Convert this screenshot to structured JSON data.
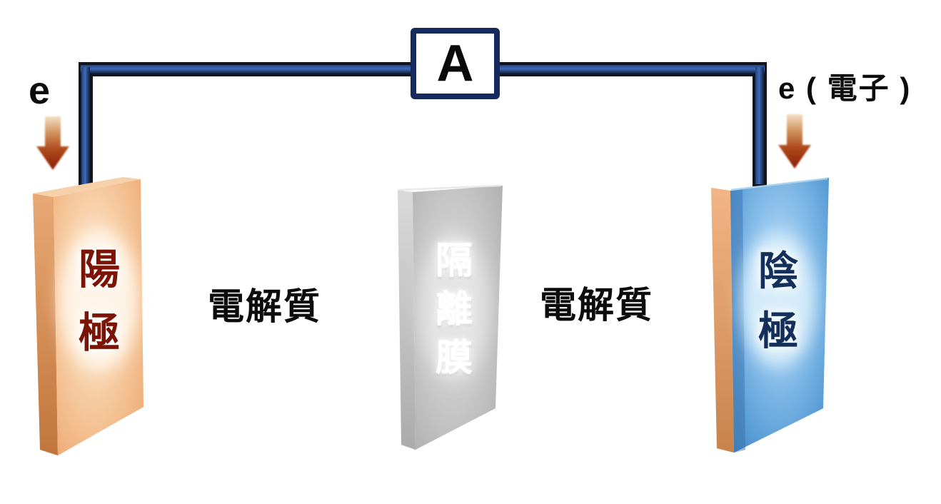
{
  "ammeter": {
    "label": "A",
    "border_color": "#172a5e"
  },
  "electron_flow": {
    "left_label": "e",
    "right_label": "e ( 電子 )",
    "arrow_color_dark": "#8c1d04",
    "arrow_color_light": "#f2dcc2"
  },
  "electrodes": {
    "anode": {
      "label": "陽極",
      "face_color": "#f3bd92",
      "side_color": "#cd8748",
      "text_color": "#7c1405"
    },
    "cathode": {
      "label": "陰極",
      "face_color": "#5d9fd8",
      "side_color": "#e09a62",
      "text_color": "#14305a"
    }
  },
  "separator": {
    "label": "隔離膜",
    "face_color": "#b6b6b6",
    "text_color": "#ffffff"
  },
  "electrolyte": {
    "left_label": "電解質",
    "right_label": "電解質"
  },
  "wire": {
    "core_color": "#3f6cb8",
    "casing_color": "#10141f"
  }
}
